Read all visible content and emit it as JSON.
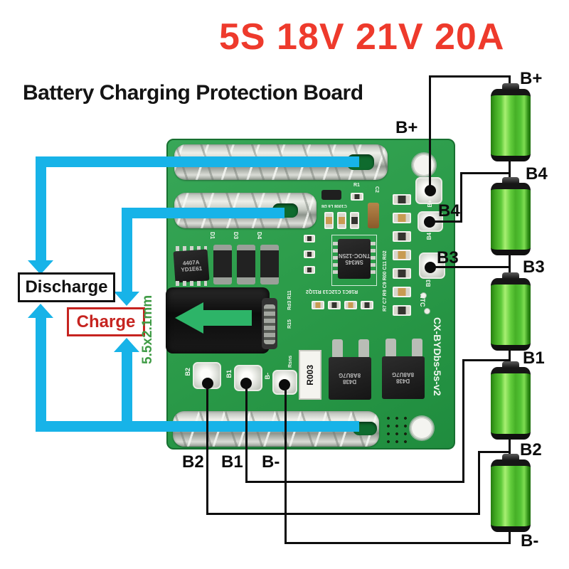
{
  "title": "5S 18V 21V 20A",
  "subtitle": "Battery Charging Protection Board",
  "colors": {
    "title_red": "#ee3a2c",
    "flow_cyan": "#17b3e8",
    "charge_red": "#c62420",
    "pcb_green": "#2c9c4a",
    "battery_green": "#55c32f",
    "arrow_green": "#2db468",
    "size_label_green": "#3f9b45"
  },
  "flow": {
    "discharge_label": "Discharge",
    "charge_label": "Charge"
  },
  "jack": {
    "size_label": "5.5x2.1mm"
  },
  "board": {
    "model": "CX-BYDbs-5s-v2",
    "ntc": "NTC",
    "shunt_value": "R003",
    "shunt_ref": "Rsns",
    "soic": {
      "line1": "4407A",
      "line2": "YD1E61"
    },
    "ic": {
      "line1": "SM345",
      "line2": "TNOC-125N"
    },
    "mosfet": {
      "line1": "D438",
      "line2": "8A8U7G"
    },
    "diode_refs": [
      "D1",
      "D3",
      "D4"
    ],
    "misc_silk": {
      "row_caps": "C1008 L6 D8",
      "row_under_ic": "R16C1 C12C13 R11Q2",
      "col_right": "R7 C7 R9 C9 R00 C11 R02",
      "r1": "R1",
      "c2": "C2",
      "rd3": "Rd3 R11",
      "r15": "R15"
    },
    "pads_right": [
      "B+",
      "B4",
      "B3"
    ],
    "pads_bottom": [
      "B2",
      "B1",
      "B-"
    ]
  },
  "connections": {
    "board_labels_right": [
      "B+",
      "B4",
      "B3"
    ],
    "board_labels_bottom": [
      "B2",
      "B1",
      "B-"
    ],
    "battery_labels": [
      "B+",
      "B4",
      "B3",
      "B1",
      "B2",
      "B-"
    ]
  }
}
